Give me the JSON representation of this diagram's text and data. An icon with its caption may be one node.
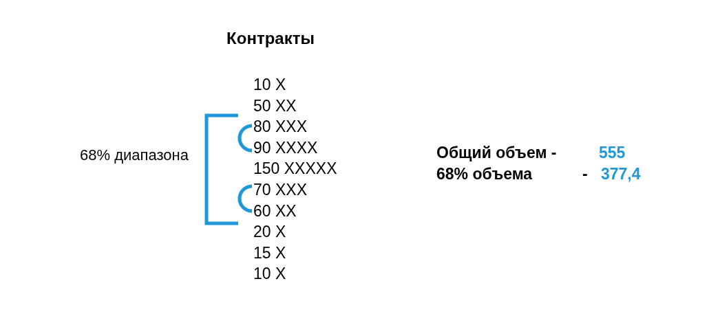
{
  "diagram": {
    "title": "Контракты",
    "labels": [
      "10 X",
      "50 XX",
      "80 XXX",
      "90 XXXX",
      "150 XXXXX",
      "70 XXX",
      "60 XX",
      "20 X",
      "15 X",
      "10 X",
      "68% диапазона",
      "Общий объем -",
      "555",
      "68% объема",
      "-",
      "377,4"
    ]
  }
}
